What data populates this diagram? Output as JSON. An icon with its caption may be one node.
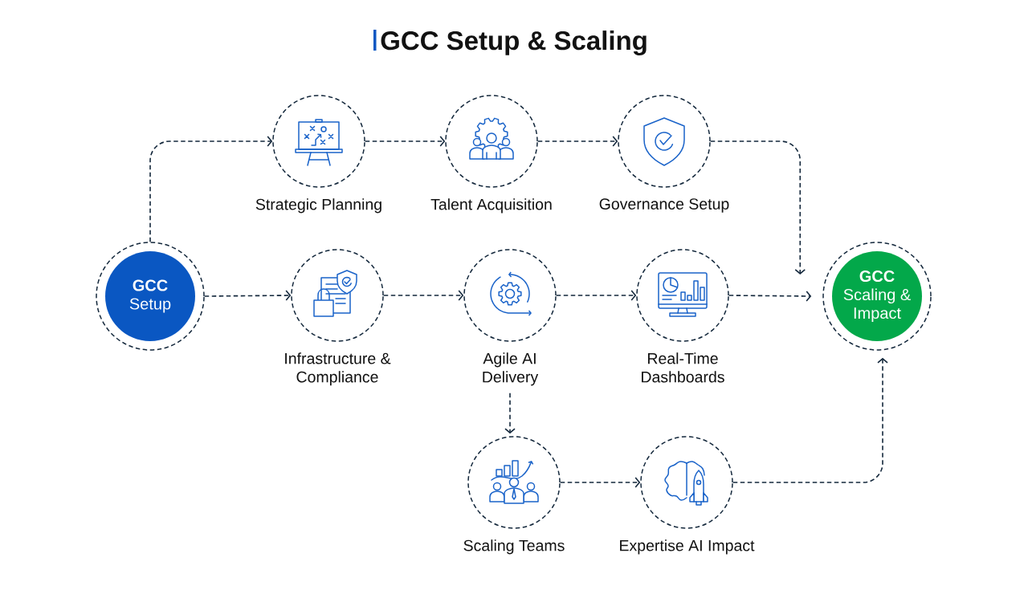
{
  "diagram": {
    "title": "GCC Setup & Scaling",
    "nodes": [
      {
        "text": [
          "GCC",
          "Setup"
        ]
      },
      {
        "text": [
          "Strategic Planning"
        ]
      },
      {
        "text": [
          "Talent Acquisition"
        ]
      },
      {
        "text": [
          "Governance Setup"
        ]
      },
      {
        "text": [
          "Infrastructure & Compliance"
        ]
      },
      {
        "text": [
          "Agile AI Delivery"
        ]
      },
      {
        "text": [
          "Real-Time Dashboards"
        ]
      },
      {
        "text": [
          "GCC",
          "Scaling & Impact"
        ]
      },
      {
        "text": [
          "Scaling Teams"
        ]
      },
      {
        "text": [
          "Expertise AI Impact"
        ]
      }
    ],
    "edges": [
      {
        "from": 0,
        "to": 1,
        "arrow": "to",
        "style": "dashed"
      },
      {
        "from": 1,
        "to": 2,
        "arrow": "to",
        "style": "dashed"
      },
      {
        "from": 2,
        "to": 3,
        "arrow": "to",
        "style": "dashed"
      },
      {
        "from": 3,
        "to": 7,
        "arrow": "to",
        "style": "dashed"
      },
      {
        "from": 0,
        "to": 4,
        "arrow": "to",
        "style": "dashed"
      },
      {
        "from": 4,
        "to": 5,
        "arrow": "to",
        "style": "dashed"
      },
      {
        "from": 5,
        "to": 6,
        "arrow": "to",
        "style": "dashed"
      },
      {
        "from": 6,
        "to": 7,
        "arrow": "to",
        "style": "dashed"
      },
      {
        "from": 5,
        "to": 8,
        "arrow": "to",
        "style": "dashed"
      },
      {
        "from": 8,
        "to": 9,
        "arrow": "to",
        "style": "dashed"
      },
      {
        "from": 9,
        "to": 7,
        "arrow": "to",
        "style": "dashed"
      }
    ]
  }
}
